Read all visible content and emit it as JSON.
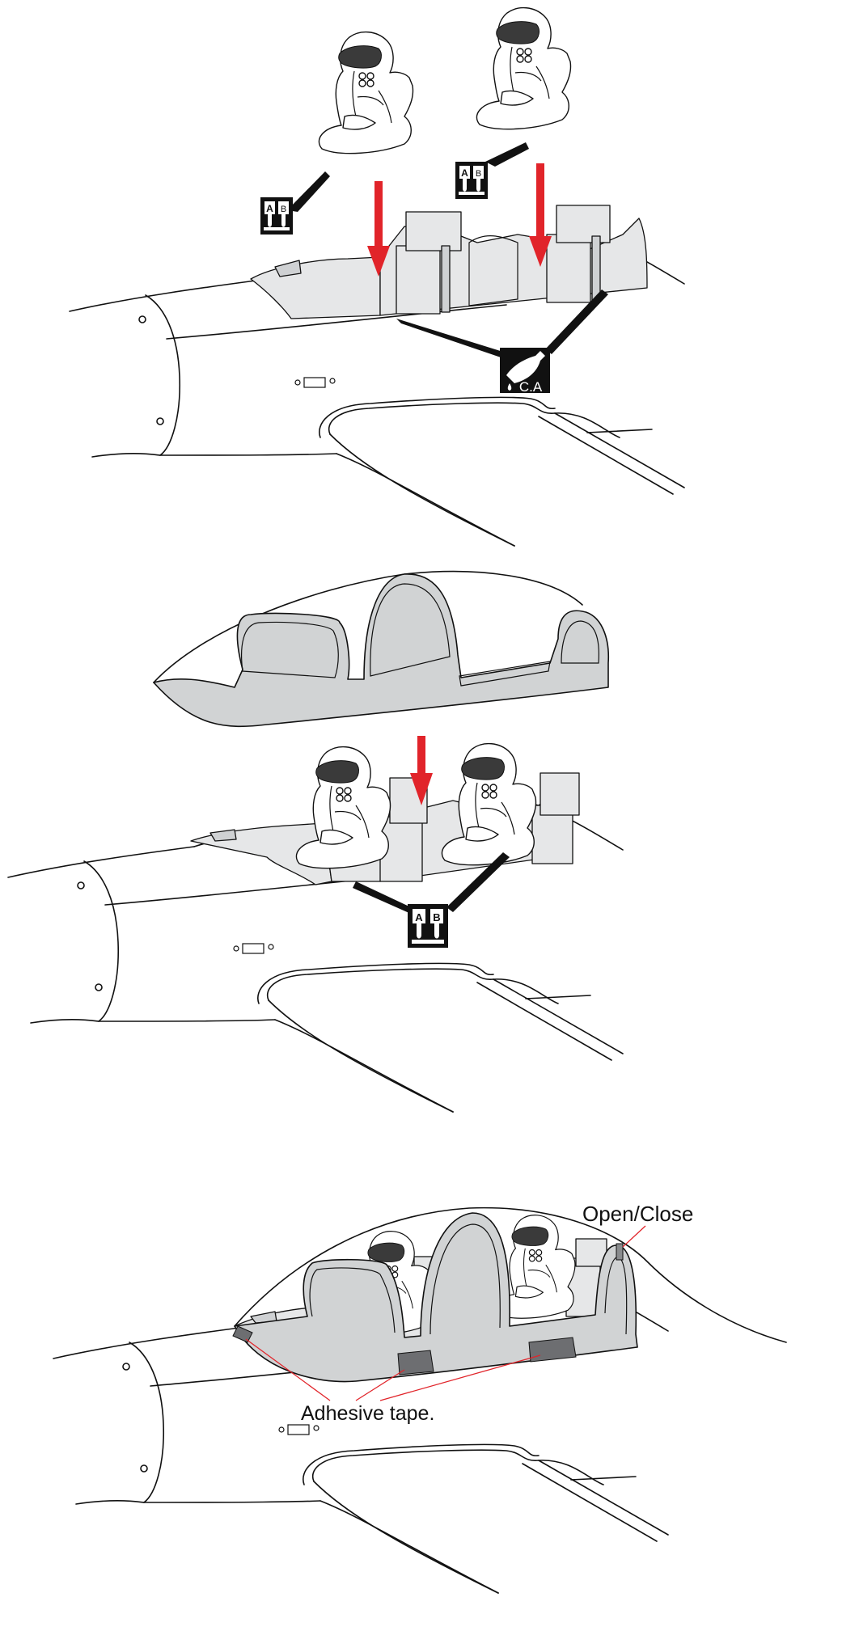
{
  "colors": {
    "arrow": "#e1242a",
    "leader": "#e1242a",
    "part_grey": "#d1d3d4",
    "badge": "#111111",
    "line": "#111111"
  },
  "icons": {
    "epoxy": "epoxy-ab-glue-icon",
    "ca": "ca-glue-bottle-icon"
  },
  "badges": {
    "epoxy_a": "A",
    "epoxy_b": "B",
    "ca_text": "C.A"
  },
  "labels": {
    "open_close": "Open/Close",
    "adhesive_tape": "Adhesive tape."
  }
}
